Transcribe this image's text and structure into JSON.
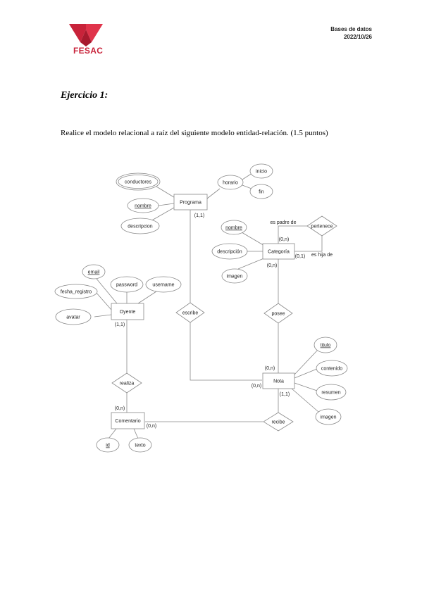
{
  "header": {
    "brand": "FESAC",
    "course": "Bases de datos",
    "date": "2022/10/26",
    "brand_color": "#c8233a"
  },
  "exercise": {
    "title": "Ejercicio 1:",
    "instruction": "Realice el modelo relacional a raíz del siguiente modelo entidad-relación. (1.5 puntos)"
  },
  "diagram": {
    "entities": {
      "programa": "Programa",
      "categoria": "Categoría",
      "oyente": "Oyente",
      "nota": "Nota",
      "comentario": "Comentario"
    },
    "attributes": {
      "conductores": "conductores",
      "nombre_programa": "nombre",
      "descripcion_programa": "descripcion",
      "horario": "horario",
      "inicio": "inicio",
      "fin": "fin",
      "nombre_categoria": "nombre",
      "descripcion_categoria": "descripción",
      "imagen_categoria": "imagen",
      "email": "email",
      "password": "password",
      "username": "username",
      "fecha_registro": "fecha_registro",
      "avatar": "avatar",
      "titulo": "titulo",
      "contenido": "contenido",
      "resumen": "resumen",
      "imagen_nota": "imagen",
      "id": "id",
      "texto": "texto"
    },
    "relationships": {
      "pertenece": "pertenece",
      "escribe": "escribe",
      "posee": "posee",
      "realiza": "realiza",
      "recibe": "recibe"
    },
    "roles": {
      "es_padre_de": "es padre de",
      "es_hija_de": "es hija de"
    },
    "cardinalities": {
      "programa_escribe": "(1,1)",
      "categoria_pertenece_top": "(0,n)",
      "categoria_pertenece_right": "(0,1)",
      "categoria_posee": "(0,n)",
      "oyente_realiza": "(1,1)",
      "nota_posee": "(0,n)",
      "nota_escribe": "(0,n)",
      "nota_recibe": "(1,1)",
      "comentario_realiza": "(0,n)",
      "comentario_recibe": "(0,n)"
    }
  }
}
